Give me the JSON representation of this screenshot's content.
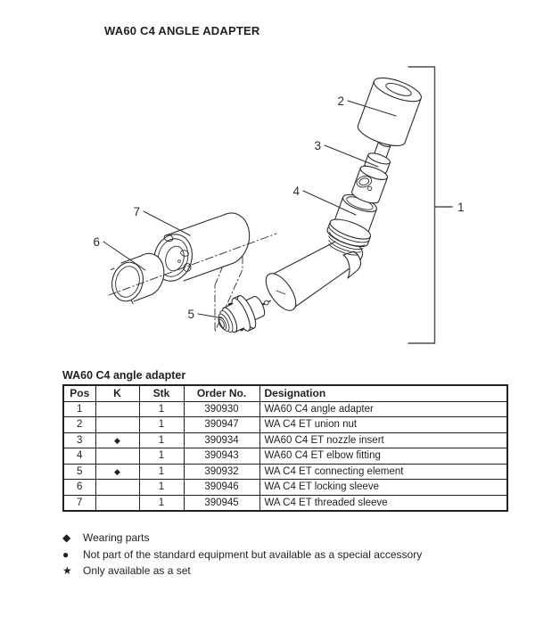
{
  "page": {
    "title": "WA60 C4 ANGLE ADAPTER"
  },
  "diagram": {
    "labels": [
      "1",
      "2",
      "3",
      "4",
      "5",
      "6",
      "7"
    ]
  },
  "table": {
    "title": "WA60 C4 angle adapter",
    "headers": {
      "pos": "Pos",
      "k": "K",
      "stk": "Stk",
      "order": "Order No.",
      "designation": "Designation"
    },
    "rows": [
      {
        "pos": "1",
        "k": "",
        "stk": "1",
        "order": "390930",
        "designation": "WA60 C4 angle adapter"
      },
      {
        "pos": "2",
        "k": "",
        "stk": "1",
        "order": "390947",
        "designation": "WA C4 ET union nut"
      },
      {
        "pos": "3",
        "k": "◆",
        "stk": "1",
        "order": "390934",
        "designation": "WA60 C4 ET nozzle insert"
      },
      {
        "pos": "4",
        "k": "",
        "stk": "1",
        "order": "390943",
        "designation": "WA60 C4 ET elbow fitting"
      },
      {
        "pos": "5",
        "k": "◆",
        "stk": "1",
        "order": "390932",
        "designation": "WA C4 ET connecting element"
      },
      {
        "pos": "6",
        "k": "",
        "stk": "1",
        "order": "390946",
        "designation": "WA C4 ET locking sleeve"
      },
      {
        "pos": "7",
        "k": "",
        "stk": "1",
        "order": "390945",
        "designation": "WA C4 ET threaded sleeve"
      }
    ]
  },
  "legend": {
    "items": [
      {
        "symbol": "◆",
        "text": "Wearing parts"
      },
      {
        "symbol": "●",
        "text": "Not part of the standard equipment but available as a special accessory"
      },
      {
        "symbol": "★",
        "text": "Only available as a set"
      }
    ]
  },
  "colors": {
    "ink": "#231f20",
    "line": "#2d2d2d"
  }
}
